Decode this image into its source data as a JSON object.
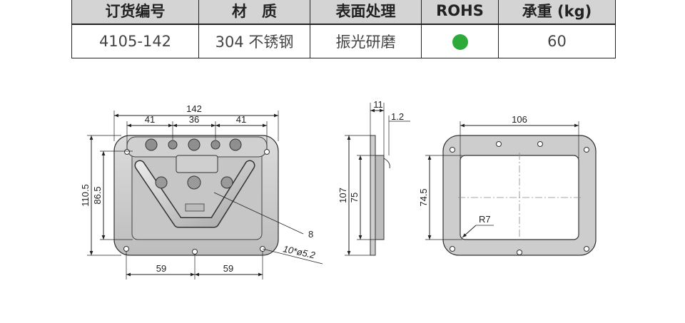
{
  "table": {
    "headers": [
      "订货编号",
      "材　质",
      "表面处理",
      "ROHS",
      "承重 (kg)"
    ],
    "row": {
      "part_no": "4105-142",
      "material": "304 不锈钢",
      "surface": "振光研磨",
      "rohs_status_color": "#2eaa3a",
      "load": "60"
    }
  },
  "front_view": {
    "overall_width": "142",
    "left_spacing": "41",
    "middle_spacing": "36",
    "right_spacing": "41",
    "overall_height": "110.5",
    "inner_height": "86.5",
    "bottom_left": "59",
    "bottom_right": "59",
    "callout_part": "8",
    "holes_note": "10*ø5.2"
  },
  "side_view": {
    "depth": "11",
    "thickness": "1.2",
    "height": "107",
    "inner_height": "75"
  },
  "rear_view": {
    "width": "106",
    "height": "74.5",
    "radius": "R7"
  }
}
